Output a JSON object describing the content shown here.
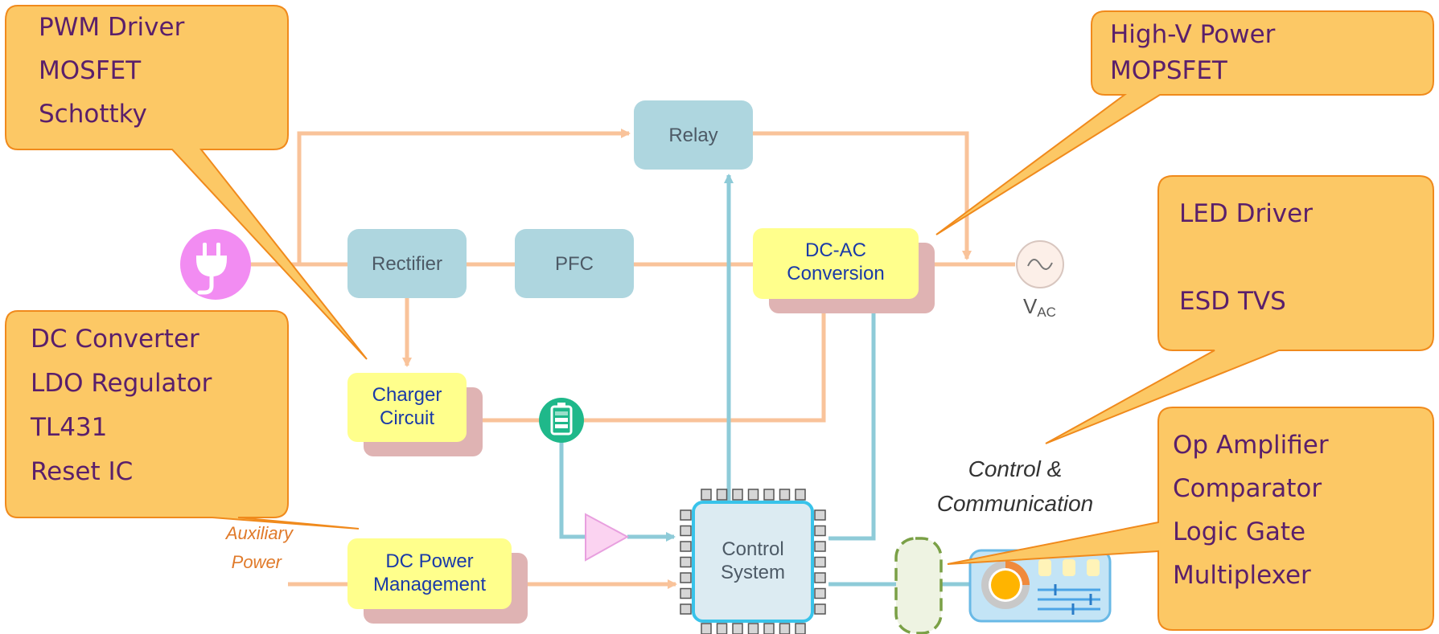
{
  "callouts": {
    "top_left": [
      "PWM Driver",
      "MOSFET",
      "Schottky"
    ],
    "top_right": [
      "High-V Power",
      "MOPSFET"
    ],
    "right_mid": [
      "LED Driver",
      "ESD  TVS"
    ],
    "left_mid": [
      "DC Converter",
      "LDO Regulator",
      "TL431",
      "Reset IC"
    ],
    "bottom_right": [
      "Op Amplifier",
      "Comparator",
      "Logic Gate",
      "Multiplexer"
    ]
  },
  "blocks": {
    "relay": "Relay",
    "rectifier": "Rectifier",
    "pfc": "PFC",
    "dc_ac_line1": "DC-AC",
    "dc_ac_line2": "Conversion",
    "charger_line1": "Charger",
    "charger_line2": "Circuit",
    "dc_power_line1": "DC Power",
    "dc_power_line2": "Management",
    "control_line1": "Control",
    "control_line2": "System"
  },
  "labels": {
    "vac_main": "V",
    "vac_sub": "AC",
    "aux_line1": "Auxiliary",
    "aux_line2": "Power",
    "ctrl_comm_line1": "Control &",
    "ctrl_comm_line2": "Communication"
  },
  "icons": {
    "plug": "power-plug-icon",
    "battery": "battery-icon",
    "ac_source": "ac-sine-icon",
    "amplifier": "amplifier-triangle-icon",
    "chip": "microcontroller-chip-icon",
    "connector": "connector-icon",
    "control_panel": "control-panel-icon"
  },
  "colors": {
    "callout_fill": "#fcc865",
    "callout_stroke": "#f08a1c",
    "callout_text": "#5a1f6b",
    "block_blue": "#aed6df",
    "block_yellow": "#ffff8c",
    "block_shadow": "#dfb3b3",
    "power_line": "#f9c39a",
    "signal_line": "#8ecbd8",
    "plug": "#f28cf2",
    "battery": "#1fb88a"
  }
}
